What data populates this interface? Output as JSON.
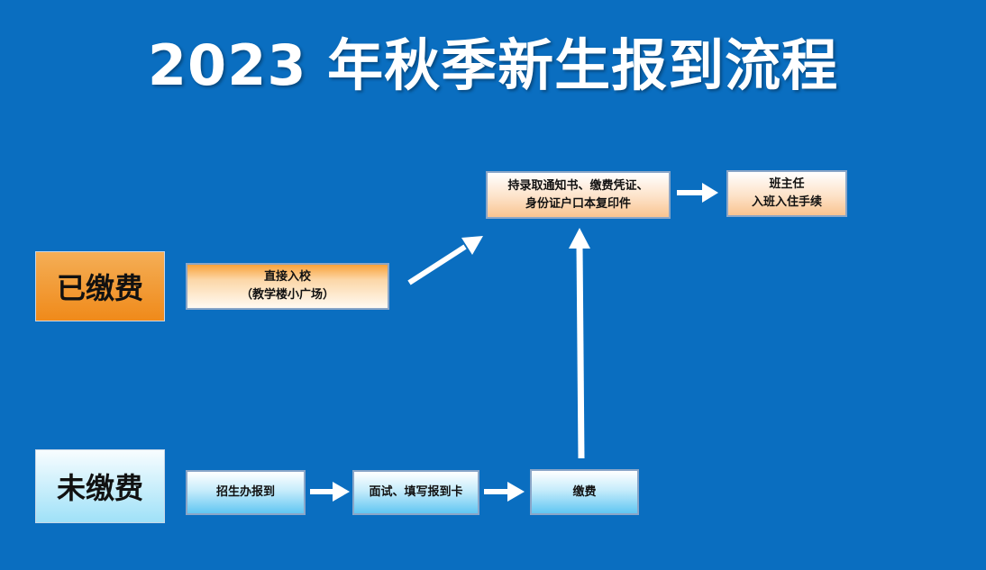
{
  "title": "2023 年秋季新生报到流程",
  "categories": {
    "paid": "已缴费",
    "unpaid": "未缴费"
  },
  "steps": {
    "direct": {
      "line1": "直接入校",
      "line2": "（教学楼小广场）"
    },
    "documents": {
      "line1": "持录取通知书、缴费凭证、",
      "line2": "身份证户口本复印件"
    },
    "teacher": {
      "line1": "班主任",
      "line2": "入班入住手续"
    },
    "admissions_office": {
      "line1": "招生办报到"
    },
    "interview": {
      "line1": "面试、填写报到卡"
    },
    "fee": {
      "line1": "缴费"
    }
  },
  "colors": {
    "background": "#0a6ec0",
    "paid_accent": "#f08a1a",
    "unpaid_accent": "#9fe1f8",
    "arrow": "#ffffff"
  }
}
